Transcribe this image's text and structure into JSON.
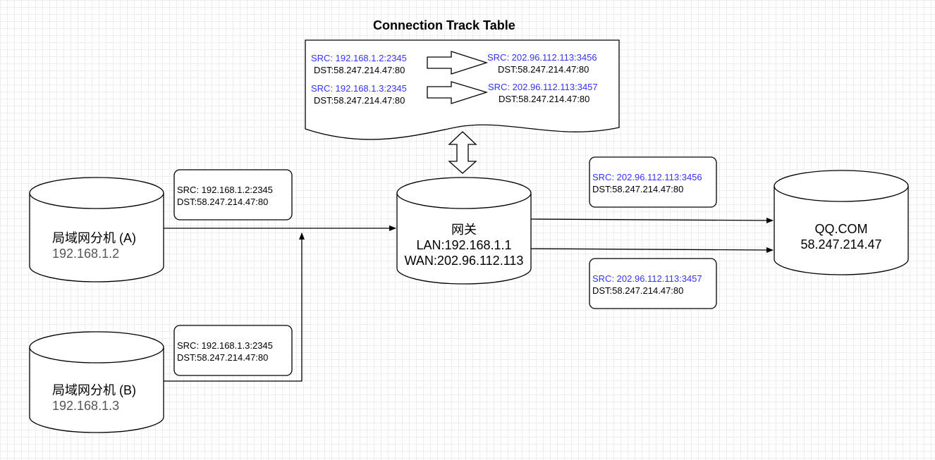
{
  "title": "Connection Track Table",
  "conntrack": {
    "entries": [
      {
        "left_src": "SRC: 192.168.1.2:2345",
        "left_dst": "DST:58.247.214.47:80",
        "right_src": "SRC: 202.96.112.113:3456",
        "right_dst": "DST:58.247.214.47:80"
      },
      {
        "left_src": "SRC: 192.168.1.3:2345",
        "left_dst": "DST:58.247.214.47:80",
        "right_src": "SRC: 202.96.112.113:3457",
        "right_dst": "DST:58.247.214.47:80"
      }
    ]
  },
  "hosts": {
    "a": {
      "name": "局域网分机 (A)",
      "ip": "192.168.1.2"
    },
    "b": {
      "name": "局域网分机 (B)",
      "ip": "192.168.1.3"
    }
  },
  "gateway": {
    "name": "网关",
    "lan": "LAN:192.168.1.1",
    "wan": "WAN:202.96.112.113"
  },
  "server": {
    "name": "QQ.COM",
    "ip": "58.247.214.47"
  },
  "packets": {
    "a": {
      "src": "SRC: 192.168.1.2:2345",
      "dst": "DST:58.247.214.47:80"
    },
    "b": {
      "src": "SRC: 192.168.1.3:2345",
      "dst": "DST:58.247.214.47:80"
    },
    "wan1": {
      "src": "SRC: 202.96.112.113:3456",
      "dst": "DST:58.247.214.47:80"
    },
    "wan2": {
      "src": "SRC: 202.96.112.113:3457",
      "dst": "DST:58.247.214.47:80"
    }
  },
  "colors": {
    "translated_src": "#3333ff",
    "line": "#000000",
    "grid": "#ededed"
  }
}
